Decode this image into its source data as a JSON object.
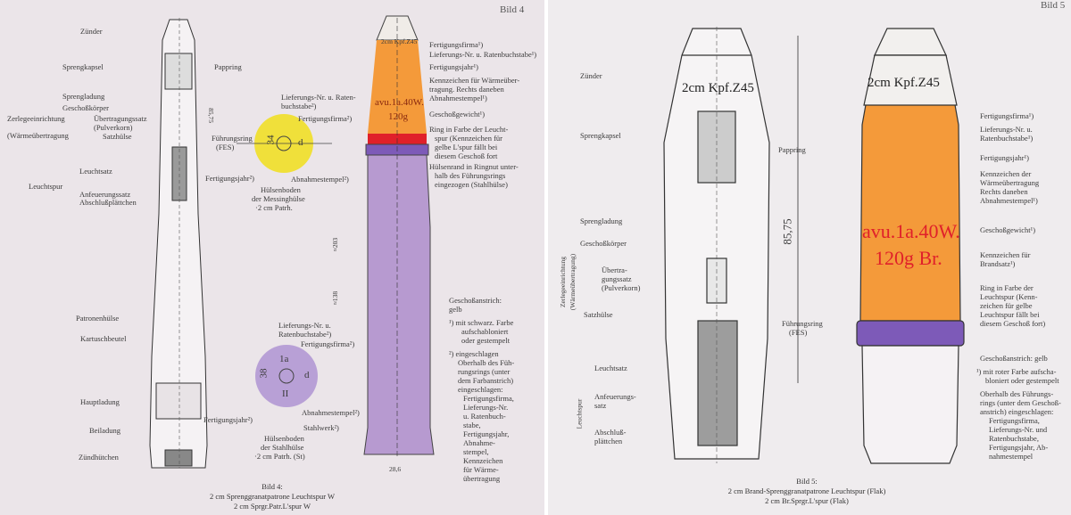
{
  "bild4": {
    "title": "Bild 4",
    "caption_line1": "Bild 4:",
    "caption_line2": "2 cm Sprenggranatpatrone Leuchtspur W",
    "caption_line3": "2 cm Sprgr.Patr.L'spur W",
    "section_labels": [
      "Zünder",
      "Sprengkapsel",
      "Pappring",
      "Sprengladung",
      "Geschoßkörper",
      "Zerlegeeinrichtung",
      "(Wärmeübertragung",
      "Übertragungssatz",
      "(Pulverkorn)",
      "Satzhülse",
      "Führungsring",
      "(FES)",
      "Leuchtsatz",
      "Leuchtspur",
      "Anfeuerungssatz",
      "Abschlußplättchen",
      "Patronenhülse",
      "Kartuschbeutel",
      "Hauptladung",
      "Beiladung",
      "Zündhütchen"
    ],
    "dimensions": [
      "85,75",
      "≈203",
      "≈138",
      "28,6"
    ],
    "shell_markings": {
      "fuze": "2cm Kpf.Z45",
      "code": "avu.1a.40W.",
      "weight": "120g"
    },
    "yellow_disc": {
      "mark_year": "34",
      "mark_firm": "d",
      "labels": [
        "Lieferungs-Nr. u. Raten-",
        "buchstabe²)",
        "Fertigungsfirma²)",
        "Fertigungsjahr²)",
        "Abnahmestempel²)"
      ],
      "caption": [
        "Hülsenboden",
        "der Messinghülse",
        "·2 cm Patrh."
      ]
    },
    "purple_disc": {
      "marks": [
        "1a",
        "38",
        "II",
        "d"
      ],
      "labels": [
        "Lieferungs-Nr. u.",
        "Ratenbuchstabe²)",
        "Fertigungsfirma²)",
        "Abnahmestempel²)",
        "Fertigungsjahr²)",
        "Stahlwerk²)"
      ],
      "caption": [
        "Hülsenboden",
        "der Stahlhülse",
        "·2 cm Patrh. (St)"
      ]
    },
    "shell_labels": [
      "Fertigungsfirma¹)",
      "Lieferungs-Nr. u. Ratenbuchstabe¹)",
      "Fertigungsjahr¹)",
      "Kennzeichen für Wärmeüber-",
      "tragung. Rechts daneben",
      "Abnahmestempel¹)",
      "Geschoßgewicht¹)",
      "Ring in Farbe der Leucht-",
      "spur (Kennzeichen für",
      "gelbe L'spur fällt bei",
      "diesem Geschoß fort",
      "Hülsenrand in Ringnut unter-",
      "halb des Führungsrings",
      "eingezogen (Stahlhülse)"
    ],
    "notes": [
      "Geschoßanstrich:",
      "gelb",
      "¹) mit schwarz. Farbe",
      "aufschabloniert",
      "oder gestempelt",
      "²) eingeschlagen",
      "Oberhalb des Füh-",
      "rungsrings (unter",
      "dem Farbanstrich)",
      "eingeschlagen:",
      "Fertigungsfirma,",
      "Lieferungs-Nr.",
      "u. Ratenbuch-",
      "stabe,",
      "Fertigungsjahr,",
      "Abnahme-",
      "stempel,",
      "Kennzeichen",
      "für Wärme-",
      "übertragung"
    ]
  },
  "bild5": {
    "title": "Bild 5",
    "caption_line1": "Bild 5:",
    "caption_line2": "2 cm Brand-Sprenggranatpatrone Leuchtspur (Flak)",
    "caption_line3": "2 cm Br.Sprgr.L'spur (Flak)",
    "section_labels": [
      "Zünder",
      "Sprengkapsel",
      "Pappring",
      "Sprengladung",
      "Geschoßkörper",
      "Zerlegeeinrichtung",
      "(Wärmeübertragung)",
      "Übertra-",
      "gungssatz",
      "(Pulverkorn)",
      "Satzhülse",
      "Führungsring",
      "(FES)",
      "Leuchtsatz",
      "Anfeuerungs-",
      "satz",
      "Abschluß-",
      "plättchen",
      "Leuchtspur"
    ],
    "dimensions": [
      "85,75"
    ],
    "shell_markings": {
      "fuze_left": "2cm Kpf.Z45",
      "fuze_right": "2cm Kpf.Z45",
      "code": "avu.1a.40W.",
      "weight": "120g Br."
    },
    "shell_labels": [
      "Fertigungsfirma¹)",
      "Lieferungs-Nr. u.",
      "Ratenbuchstabe¹)",
      "Fertigungsjahr¹)",
      "Kennzeichen der",
      "Wärmeübertragung",
      "Rechts daneben",
      "Abnahmestempel¹)",
      "Geschoßgewicht¹)",
      "Kennzeichen für",
      "Brandsatz¹)",
      "Ring in Farbe der",
      "Leuchtspur (Kenn-",
      "zeichen für gelbe",
      "Leuchtspur fällt bei",
      "diesem Geschoß fort)"
    ],
    "notes": [
      "Geschoßanstrich: gelb",
      "¹) mit roter Farbe aufscha-",
      "bloniert oder gestempelt",
      "Oberhalb des Führungs-",
      "rings (unter dem Geschoß-",
      "anstrich) eingeschlagen:",
      "Fertigungsfirma,",
      "Lieferungs-Nr. und",
      "Ratenbuchstabe,",
      "Fertigungsjahr, Ab-",
      "nahmestempel"
    ]
  },
  "colors": {
    "orange": "#f49a3a",
    "purple": "#b79ad0",
    "yellow": "#f0e03a",
    "red": "#e0202a",
    "band": "#7d5ab8"
  }
}
